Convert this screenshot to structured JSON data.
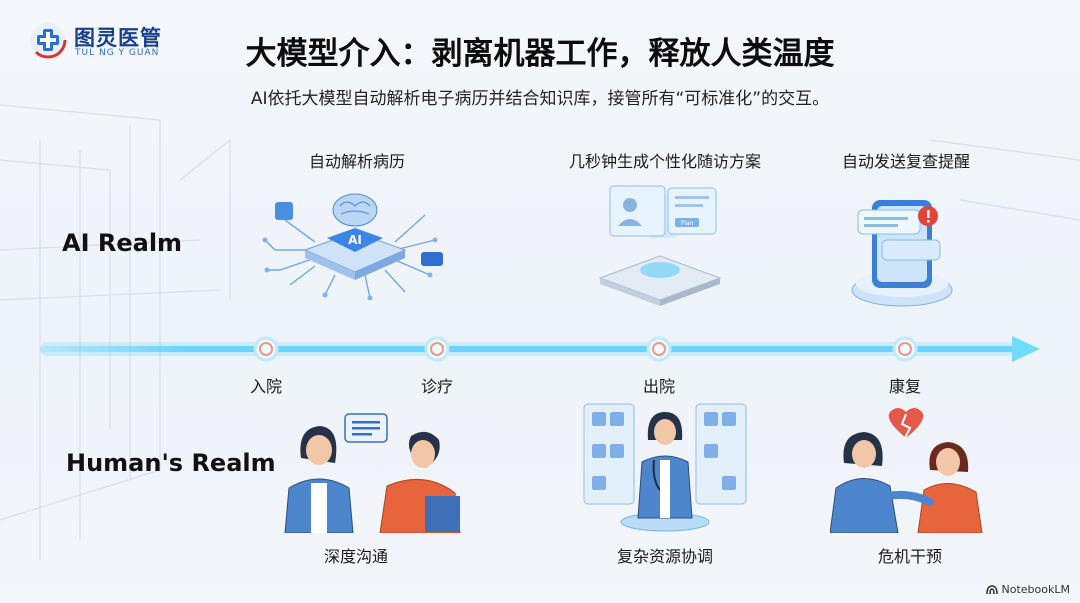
{
  "logo": {
    "name_cn": "图灵医管",
    "name_en": "TUL NG Y GUAN"
  },
  "header": {
    "title": "大模型介入：剥离机器工作，释放人类温度",
    "subtitle": "AI依托大模型自动解析电子病历并结合知识库，接管所有“可标准化”的交互。"
  },
  "realms": {
    "ai": "AI Realm",
    "human": "Human's Realm"
  },
  "ai_tasks": [
    "自动解析病历",
    "几秒钟生成个性化随访方案",
    "自动发送复查提醒"
  ],
  "timeline": [
    "入院",
    "诊疗",
    "出院",
    "康复"
  ],
  "human_tasks": [
    "深度沟通",
    "复杂资源协调",
    "危机干预"
  ],
  "illustration_text": {
    "chip": "AI",
    "card": "Plan"
  },
  "brand": "NotebookLM",
  "colors": {
    "accent": "#2b7de9",
    "glow": "#5fd3ff",
    "node": "#e79a8a",
    "orange": "#e8643c"
  }
}
